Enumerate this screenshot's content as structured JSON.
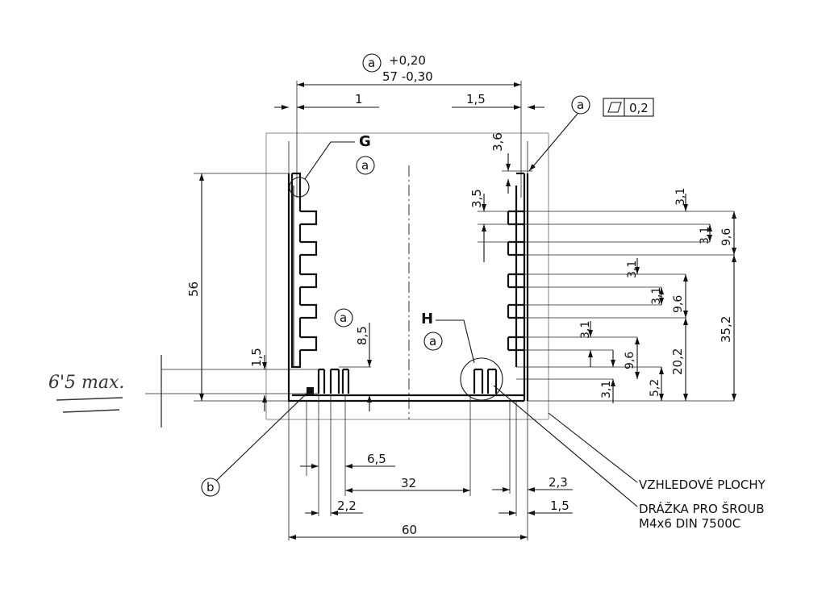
{
  "dimensions": {
    "overall_width": "57 -0,30",
    "overall_width_tol": "+0,20",
    "top_left": "1",
    "top_right": "1,5",
    "height_56": "56",
    "bottom_left_15": "1,5",
    "fin_85": "8,5",
    "d_36": "3,6",
    "d_35": "3,5",
    "d_31a": "3,1",
    "d_31b": "3,1",
    "d_96a": "9,6",
    "d_31c": "3,1",
    "d_31d": "3,1",
    "d_96b": "9,6",
    "d_352": "35,2",
    "d_31e": "3,1",
    "d_96c": "9,6",
    "d_202": "20,2",
    "d_31f": "3,1",
    "d_52": "5,2",
    "w_65": "6,5",
    "w_32": "32",
    "w_22": "2,2",
    "w_60": "60",
    "w_23": "2,3",
    "w_15": "1,5"
  },
  "labels": {
    "a": "a",
    "b": "b",
    "G": "G",
    "H": "H",
    "flatness": "0,2",
    "handwritten": "6'5 max.",
    "note1": "VZHLEDOVÉ PLOCHY",
    "note2_line1": "DRÁŽKA PRO ŠROUB",
    "note2_line2": "M4x6 DIN 7500C"
  }
}
